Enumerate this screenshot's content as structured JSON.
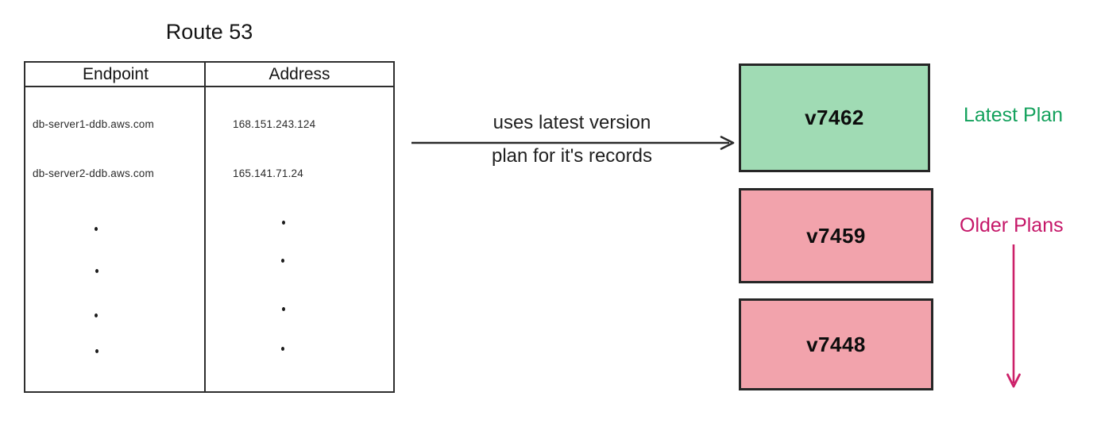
{
  "title": "Route 53",
  "table": {
    "headers": [
      "Endpoint",
      "Address"
    ],
    "rows": [
      {
        "endpoint": "db-server1-ddb.aws.com",
        "address": "168.151.243.124"
      },
      {
        "endpoint": "db-server2-ddb.aws.com",
        "address": "165.141.71.24"
      }
    ],
    "continuation_dots_per_column": 4
  },
  "flow_arrow": {
    "label_line1": "uses latest version",
    "label_line2": "plan for it's records",
    "color": "#2a2a2a"
  },
  "plans": [
    {
      "version": "v7462",
      "status": "latest",
      "fill": "#a0dbb4"
    },
    {
      "version": "v7459",
      "status": "older",
      "fill": "#f2a3ac"
    },
    {
      "version": "v7448",
      "status": "older",
      "fill": "#f2a3ac"
    }
  ],
  "side_labels": {
    "latest": {
      "text": "Latest Plan",
      "color": "#13a15c"
    },
    "older": {
      "text": "Older Plans",
      "color": "#c51668"
    },
    "older_arrow_color": "#cc2069"
  }
}
